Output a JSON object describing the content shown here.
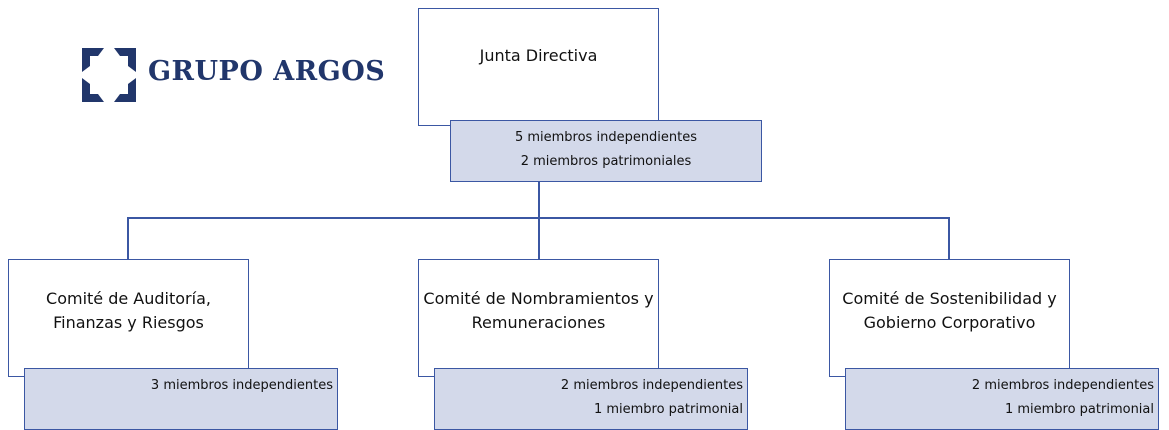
{
  "logo": {
    "text": "GRUPO ARGOS",
    "brand_color": "#21366b"
  },
  "board": {
    "title": "Junta Directiva",
    "members": [
      "5 miembros independientes",
      "2 miembros patrimoniales"
    ]
  },
  "committees": [
    {
      "title_line1": "Comité de Auditoría,",
      "title_line2": "Finanzas y Riesgos",
      "members": [
        "3 miembros independientes"
      ]
    },
    {
      "title_line1": "Comité de Nombramientos y",
      "title_line2": "Remuneraciones",
      "members": [
        "2 miembros independientes",
        "1 miembro patrimonial"
      ]
    },
    {
      "title_line1": "Comité de Sostenibilidad y",
      "title_line2": "Gobierno Corporativo",
      "members": [
        "2 miembros independientes",
        "1 miembro patrimonial"
      ]
    }
  ],
  "colors": {
    "border": "#3b57a3",
    "member_fill": "#d3d9ea"
  }
}
